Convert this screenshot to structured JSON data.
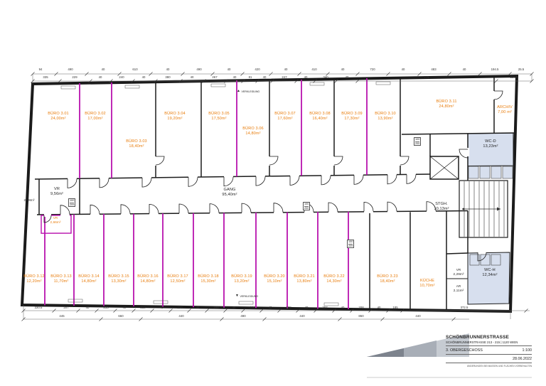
{
  "plan_colors": {
    "wall": "#1b1b1b",
    "partition_highlight": "#b812ae",
    "room_label": "#e87d0d",
    "wet_room_fill": "#d7dfee"
  },
  "rooms": [
    {
      "name": "BÜRO 3.01",
      "area": "24,00m²"
    },
    {
      "name": "BÜRO 3.02",
      "area": "17,00m²"
    },
    {
      "name": "BÜRO 3.03",
      "area": "18,40m²"
    },
    {
      "name": "BÜRO 3.04",
      "area": "19,20m²"
    },
    {
      "name": "BÜRO 3.05",
      "area": "17,50m²"
    },
    {
      "name": "BÜRO 3.06",
      "area": "14,80m²"
    },
    {
      "name": "BÜRO 3.07",
      "area": "17,60m²"
    },
    {
      "name": "BÜRO 3.08",
      "area": "16,40m²"
    },
    {
      "name": "BÜRO 3.09",
      "area": "17,30m²"
    },
    {
      "name": "BÜRO 3.10",
      "area": "13,90m²"
    },
    {
      "name": "BÜRO 3.11",
      "area": "24,80m²"
    },
    {
      "name": "ARCHIV",
      "area": "7,00 m²"
    },
    {
      "name": "WC-D",
      "area": "13,23m²"
    },
    {
      "name": "VR",
      "area": "9,56m²"
    },
    {
      "name": "",
      "area": "2,18m²"
    },
    {
      "name": "VR",
      "area": "2,66m²"
    },
    {
      "name": "GANG",
      "area": "95,40m²"
    },
    {
      "name": "STGH.",
      "area": "10,13m²"
    },
    {
      "name": "BÜRO 3.12",
      "area": "12,20m²"
    },
    {
      "name": "BÜRO 3.13",
      "area": "11,70m²"
    },
    {
      "name": "BÜRO 3.14",
      "area": "14,80m²"
    },
    {
      "name": "BÜRO 3.15",
      "area": "13,30m²"
    },
    {
      "name": "BÜRO 3.16",
      "area": "14,80m²"
    },
    {
      "name": "BÜRO 3.17",
      "area": "12,50m²"
    },
    {
      "name": "BÜRO 3.18",
      "area": "15,30m²"
    },
    {
      "name": "BÜRO 3.19",
      "area": "13,20m²"
    },
    {
      "name": "BÜRO 3.20",
      "area": "15,10m²"
    },
    {
      "name": "BÜRO 3.21",
      "area": "13,80m²"
    },
    {
      "name": "BÜRO 3.22",
      "area": "14,30m²"
    },
    {
      "name": "BÜRO 3.23",
      "area": "18,40m²"
    },
    {
      "name": "KÜCHE",
      "area": "10,70m²"
    },
    {
      "name": "VR",
      "area": "2,29m²"
    },
    {
      "name": "AR",
      "area": "2,11m²"
    },
    {
      "name": "WC-H",
      "area": "12,34m²"
    }
  ],
  "door_tags": [
    {
      "w": "100",
      "h": "209"
    },
    {
      "w": "100",
      "h": "200"
    },
    {
      "w": "100",
      "h": "200"
    },
    {
      "w": "100",
      "h": "209"
    }
  ],
  "markers": {
    "top": "VERKLEIDUNG",
    "bottom": "VERKLEIDUNG"
  },
  "dimensions": {
    "top1": [
      "94",
      "490",
      "40",
      "610",
      "40",
      "490",
      "40",
      "420",
      "40",
      "410",
      "40",
      "720",
      "40",
      "483",
      "40",
      "194.5",
      "25.5"
    ],
    "top2": [
      "335",
      "229",
      "40",
      "240",
      "40",
      "380",
      "40",
      "267",
      "40",
      "81",
      "40",
      "247",
      "40",
      "340",
      "40",
      "775",
      "228.5"
    ],
    "bottom1": [
      "220.5",
      "207",
      "40",
      "233",
      "40",
      "210",
      "40",
      "233",
      "40",
      "208",
      "40",
      "236",
      "40",
      "208",
      "40",
      "207",
      "40",
      "208",
      "40",
      "185",
      "372.5"
    ],
    "bottom2": [
      "445",
      "660",
      "440",
      "490",
      "440",
      "860",
      "440"
    ]
  },
  "titleblock": {
    "project": "SCHÖNBRUNNERSTRASSE",
    "address": "SCHÖNBRUNNERSTRASSE 213 - 215 | 1120 WIEN",
    "floor": "3. OBERGESCHOSS",
    "scale": "1:100",
    "date": "28.06.2022",
    "note": "ÄNDERUNGEN BEI MASSEN UND FLÄCHEN VORBEHALTEN"
  }
}
